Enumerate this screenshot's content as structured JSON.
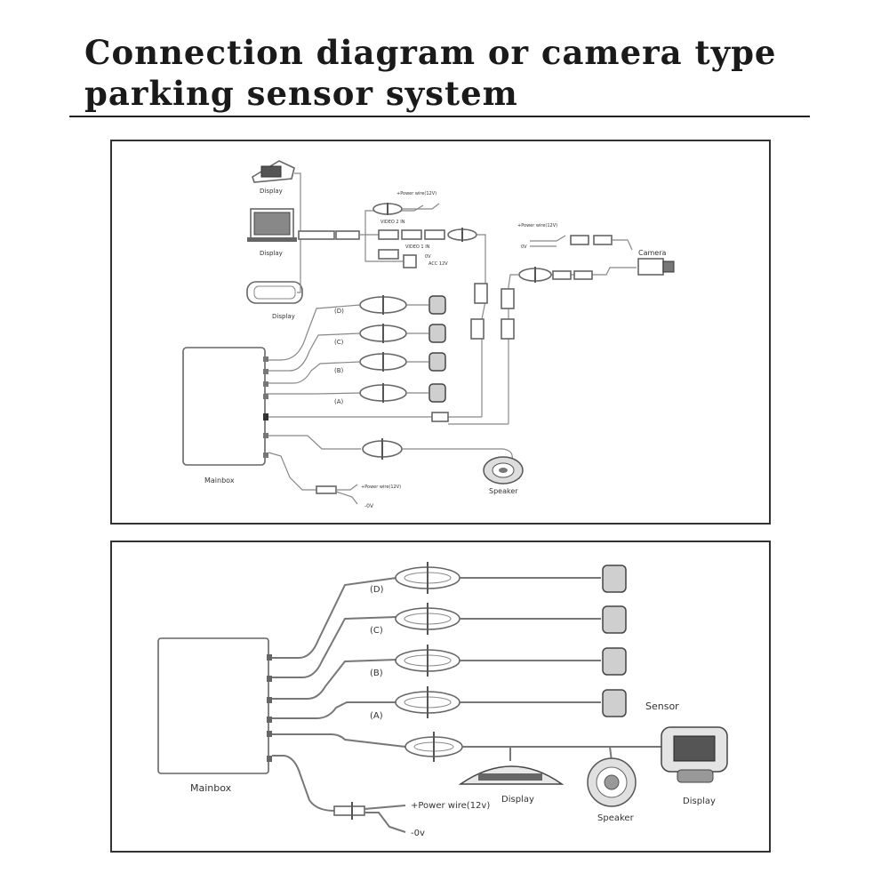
{
  "header": {
    "title_line1": "Connection diagram or camera type",
    "title_line2": "parking sensor system"
  },
  "diagram_camera": {
    "display_labels": [
      "Display",
      "Display",
      "Display"
    ],
    "power_wire_top": "+Power wire(12V)",
    "video_2_in": "VIDEO 2 IN",
    "video_1_in": "VIDEO 1 IN",
    "zero_v": "0V",
    "acc_12v": "ACC 12V",
    "camera_label": "Camera",
    "camera_power": "+Power wire(12V)",
    "camera_zero": "0V",
    "channel_labels": [
      "(D)",
      "(C)",
      "(B)",
      "(A)"
    ],
    "mainbox_label": "Mainbox",
    "speaker_label": "Speaker",
    "power_wire_label": "+Power wire(12V)",
    "zero_label": "-0V"
  },
  "diagram_display": {
    "channel_labels": [
      "(D)",
      "(C)",
      "(B)",
      "(A)"
    ],
    "sensor_label": "Sensor",
    "mainbox_label": "Mainbox",
    "power_wire_label": "+Power wire(12v)",
    "zero_label": "-0v",
    "display_label_1": "Display",
    "speaker_label": "Speaker",
    "display_label_2": "Display"
  }
}
